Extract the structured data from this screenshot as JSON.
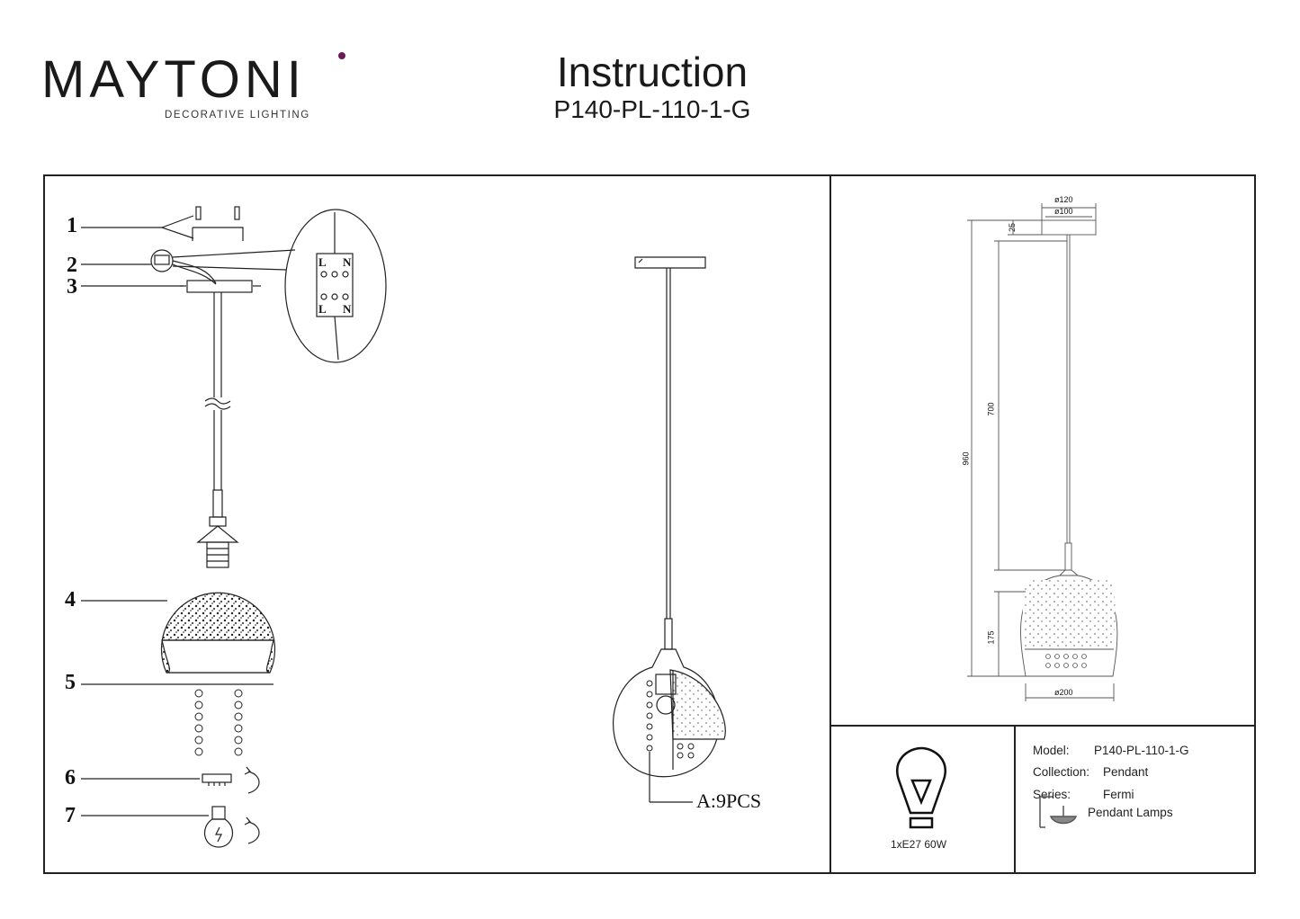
{
  "brand": {
    "name": "MAYTONI",
    "tagline": "DECORATIVE LIGHTING"
  },
  "header": {
    "title": "Instruction",
    "model": "P140-PL-110-1-G"
  },
  "parts": [
    "1",
    "2",
    "3",
    "4",
    "5",
    "6",
    "7"
  ],
  "terminal": {
    "live": "L",
    "neutral": "N"
  },
  "crystals_callout": "A:9PCS",
  "dimensions": {
    "canopy_outer": "ø120",
    "canopy_inner": "ø100",
    "canopy_height": "25",
    "cable_length": "700",
    "overall_height": "960",
    "shade_height": "175",
    "shade_diameter": "ø200"
  },
  "bulb": {
    "spec": "1xE27 60W"
  },
  "specs": {
    "model_label": "Model:",
    "model_value": "P140-PL-110-1-G",
    "collection_label": "Collection:",
    "collection_value": "Pendant",
    "series_label": "Series:",
    "series_value": "Fermi",
    "category_value": "Pendant Lamps"
  },
  "colors": {
    "logo_dot": "#6b1b5a",
    "line": "#222222"
  },
  "icons": [
    "bulb-icon",
    "pendant-lamp-icon",
    "rotate-arrow-icon",
    "ground-symbol-icon"
  ]
}
